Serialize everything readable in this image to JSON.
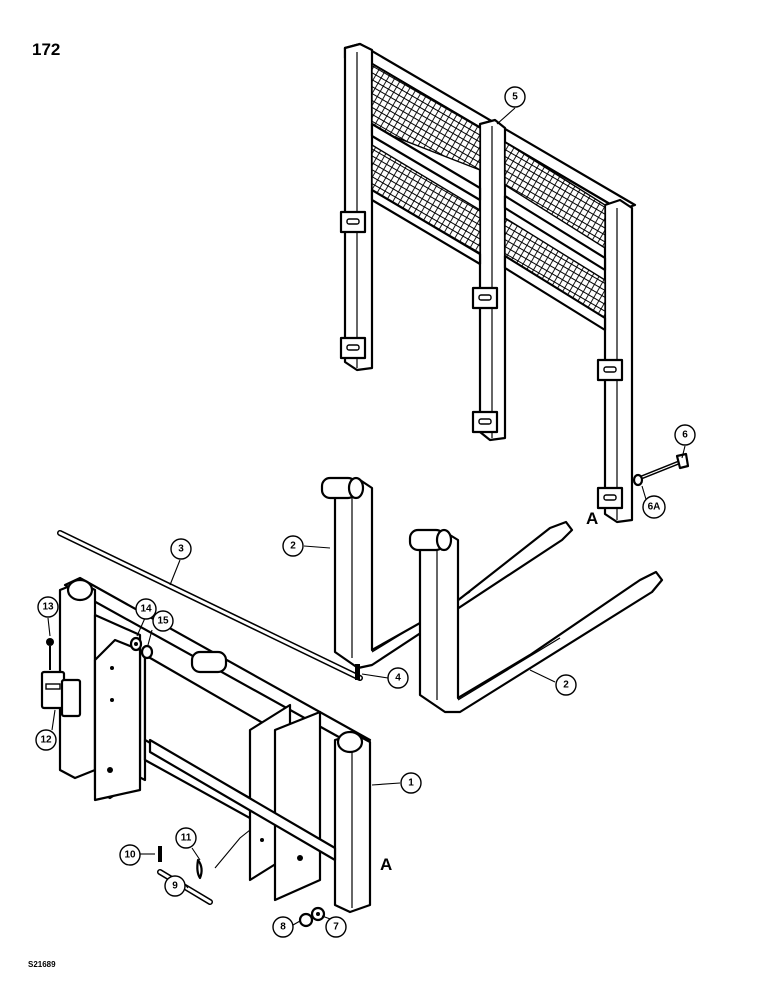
{
  "page_number": "172",
  "figure_code": "S21689",
  "reference_letters": [
    "A",
    "A"
  ],
  "callouts": {
    "c1": "1",
    "c2a": "2",
    "c2b": "2",
    "c3": "3",
    "c4": "4",
    "c5": "5",
    "c6": "6",
    "c6a": "6A",
    "c7": "7",
    "c8": "8",
    "c9": "9",
    "c10": "10",
    "c11": "11",
    "c12": "12",
    "c13": "13",
    "c14": "14",
    "c15": "15"
  }
}
